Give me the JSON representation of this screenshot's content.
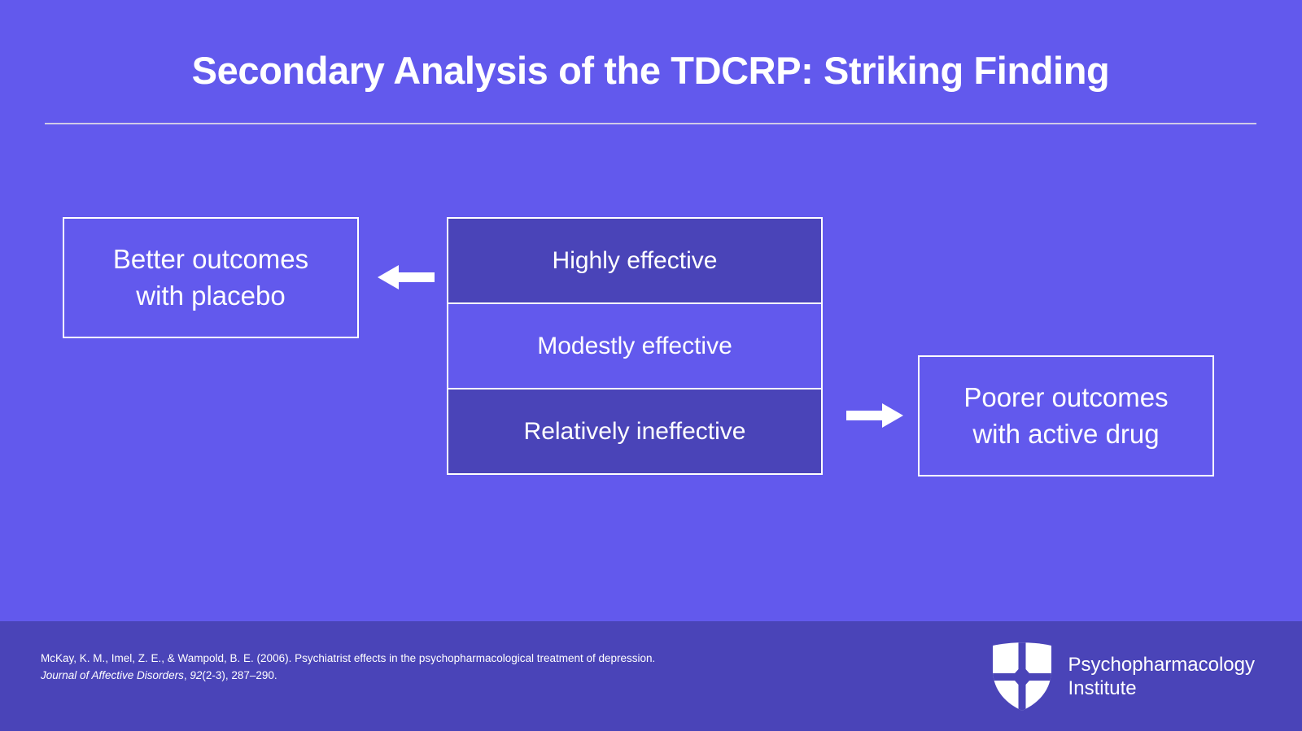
{
  "slide": {
    "title": "Secondary Analysis of the TDCRP: Striking Finding",
    "background_color": "#6259ed",
    "accent_color": "#4a44b8",
    "text_color": "#ffffff"
  },
  "diagram": {
    "tiers": [
      {
        "label": "Highly effective",
        "shade": "dark"
      },
      {
        "label": "Modestly effective",
        "shade": "light"
      },
      {
        "label": "Relatively ineffective",
        "shade": "dark"
      }
    ],
    "callout_left": {
      "line1": "Better outcomes",
      "line2": "with placebo"
    },
    "callout_right": {
      "line1": "Poorer outcomes",
      "line2": "with active drug"
    },
    "arrow_left_icon": "arrow-left-icon",
    "arrow_right_icon": "arrow-right-icon"
  },
  "footer": {
    "citation": {
      "part1": "McKay, K. M., Imel, Z. E., & Wampold, B. E. (2006). Psychiatrist effects in the psychopharmacological treatment of depression. ",
      "journal": "Journal of Affective Disorders",
      "part2": ", ",
      "volume": "92",
      "part3": "(2-3), 287–290."
    },
    "logo": {
      "icon": "shield-cross-logo-icon",
      "line1": "Psychopharmacology",
      "line2": "Institute"
    }
  }
}
